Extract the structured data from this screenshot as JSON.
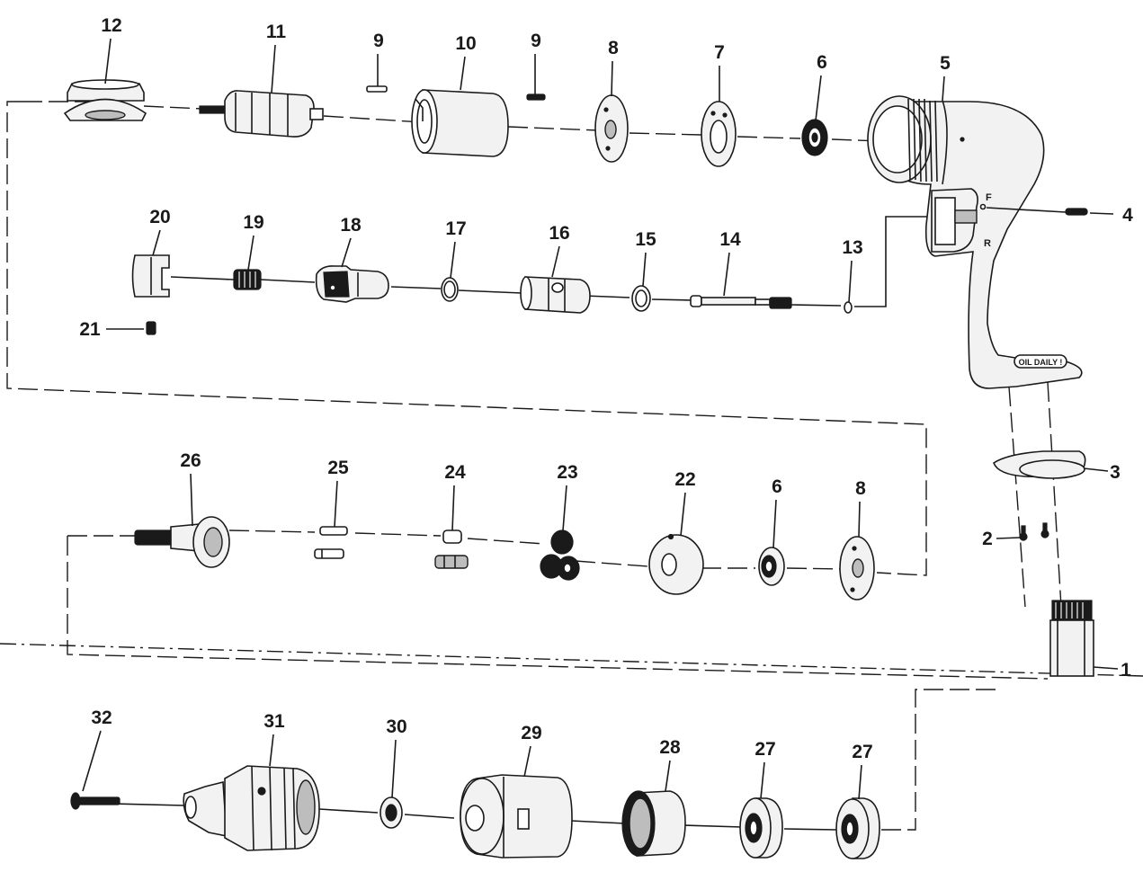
{
  "diagram": {
    "parts": [
      {
        "id": "p12",
        "number": "12"
      },
      {
        "id": "p11",
        "number": "11"
      },
      {
        "id": "p9a",
        "number": "9"
      },
      {
        "id": "p10",
        "number": "10"
      },
      {
        "id": "p9b",
        "number": "9"
      },
      {
        "id": "p8a",
        "number": "8"
      },
      {
        "id": "p7",
        "number": "7"
      },
      {
        "id": "p6a",
        "number": "6"
      },
      {
        "id": "p5",
        "number": "5"
      },
      {
        "id": "p4",
        "number": "4"
      },
      {
        "id": "p20",
        "number": "20"
      },
      {
        "id": "p19",
        "number": "19"
      },
      {
        "id": "p18",
        "number": "18"
      },
      {
        "id": "p17",
        "number": "17"
      },
      {
        "id": "p16",
        "number": "16"
      },
      {
        "id": "p15",
        "number": "15"
      },
      {
        "id": "p14",
        "number": "14"
      },
      {
        "id": "p13",
        "number": "13"
      },
      {
        "id": "p21",
        "number": "21"
      },
      {
        "id": "p26",
        "number": "26"
      },
      {
        "id": "p25",
        "number": "25"
      },
      {
        "id": "p24",
        "number": "24"
      },
      {
        "id": "p23",
        "number": "23"
      },
      {
        "id": "p22",
        "number": "22"
      },
      {
        "id": "p6b",
        "number": "6"
      },
      {
        "id": "p8b",
        "number": "8"
      },
      {
        "id": "p3",
        "number": "3"
      },
      {
        "id": "p2",
        "number": "2"
      },
      {
        "id": "p1",
        "number": "1"
      },
      {
        "id": "p32",
        "number": "32"
      },
      {
        "id": "p31",
        "number": "31"
      },
      {
        "id": "p30",
        "number": "30"
      },
      {
        "id": "p29",
        "number": "29"
      },
      {
        "id": "p28",
        "number": "28"
      },
      {
        "id": "p27a",
        "number": "27"
      },
      {
        "id": "p27b",
        "number": "27"
      }
    ],
    "housing_markings": {
      "forward": "F",
      "reverse": "R",
      "grip_label": "OIL DAILY !"
    }
  }
}
